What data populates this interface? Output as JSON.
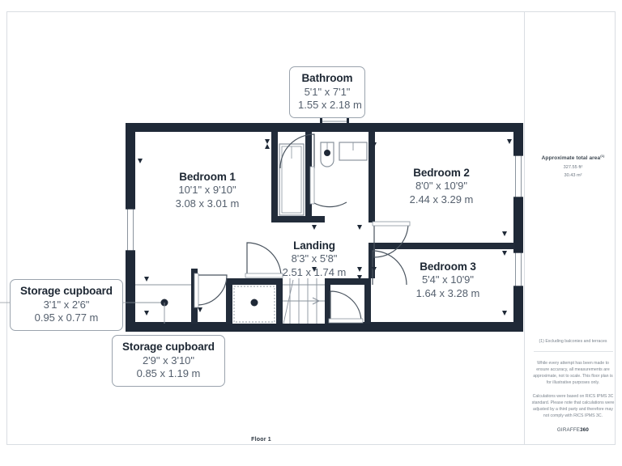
{
  "document": {
    "floor_caption": "Floor 1"
  },
  "colors": {
    "wall": "#1f2937",
    "wall_dark": "#222c3a",
    "line": "#8b949e",
    "text_primary": "#1d2733",
    "text_secondary": "#55606e",
    "panel_text": "#7b848e",
    "border": "#d9dde2",
    "background": "#ffffff"
  },
  "rooms": [
    {
      "key": "bathroom",
      "name": "Bathroom",
      "dim_imperial": "5'1\" x 7'1\"",
      "dim_metric": "1.55 x 2.18 m",
      "style": "callout"
    },
    {
      "key": "bedroom1",
      "name": "Bedroom 1",
      "dim_imperial": "10'1\" x 9'10\"",
      "dim_metric": "3.08 x 3.01 m",
      "style": "plain"
    },
    {
      "key": "bedroom2",
      "name": "Bedroom 2",
      "dim_imperial": "8'0\" x 10'9\"",
      "dim_metric": "2.44 x 3.29 m",
      "style": "plain"
    },
    {
      "key": "bedroom3",
      "name": "Bedroom 3",
      "dim_imperial": "5'4\" x 10'9\"",
      "dim_metric": "1.64 x 3.28 m",
      "style": "plain"
    },
    {
      "key": "landing",
      "name": "Landing",
      "dim_imperial": "8'3\" x 5'8\"",
      "dim_metric": "2.51 x 1.74 m",
      "style": "plain"
    },
    {
      "key": "storage_left",
      "name": "Storage cupboard",
      "dim_imperial": "3'1\" x 2'6\"",
      "dim_metric": "0.95 x 0.77 m",
      "style": "callout"
    },
    {
      "key": "storage_bottom",
      "name": "Storage cupboard",
      "dim_imperial": "2'9\" x 3'10\"",
      "dim_metric": "0.85 x 1.19 m",
      "style": "callout"
    }
  ],
  "panel": {
    "area_title": "Approximate total area",
    "area_title_sup": "(1)",
    "area_sqft": "327.55 ft²",
    "area_sqm": "30.43 m²",
    "footnote": "(1) Excluding balconies and terraces",
    "disclaimer": "While every attempt has been made to ensure accuracy, all measurements are approximate, not to scale. This floor plan is for illustrative purposes only.",
    "calculations": "Calculations were based on RICS IPMS 3C standard. Please note that calculations were adjusted by a third party and therefore may not comply with RICS IPMS 3C.",
    "logo_light": "GIRAFFE",
    "logo_bold": "360"
  }
}
